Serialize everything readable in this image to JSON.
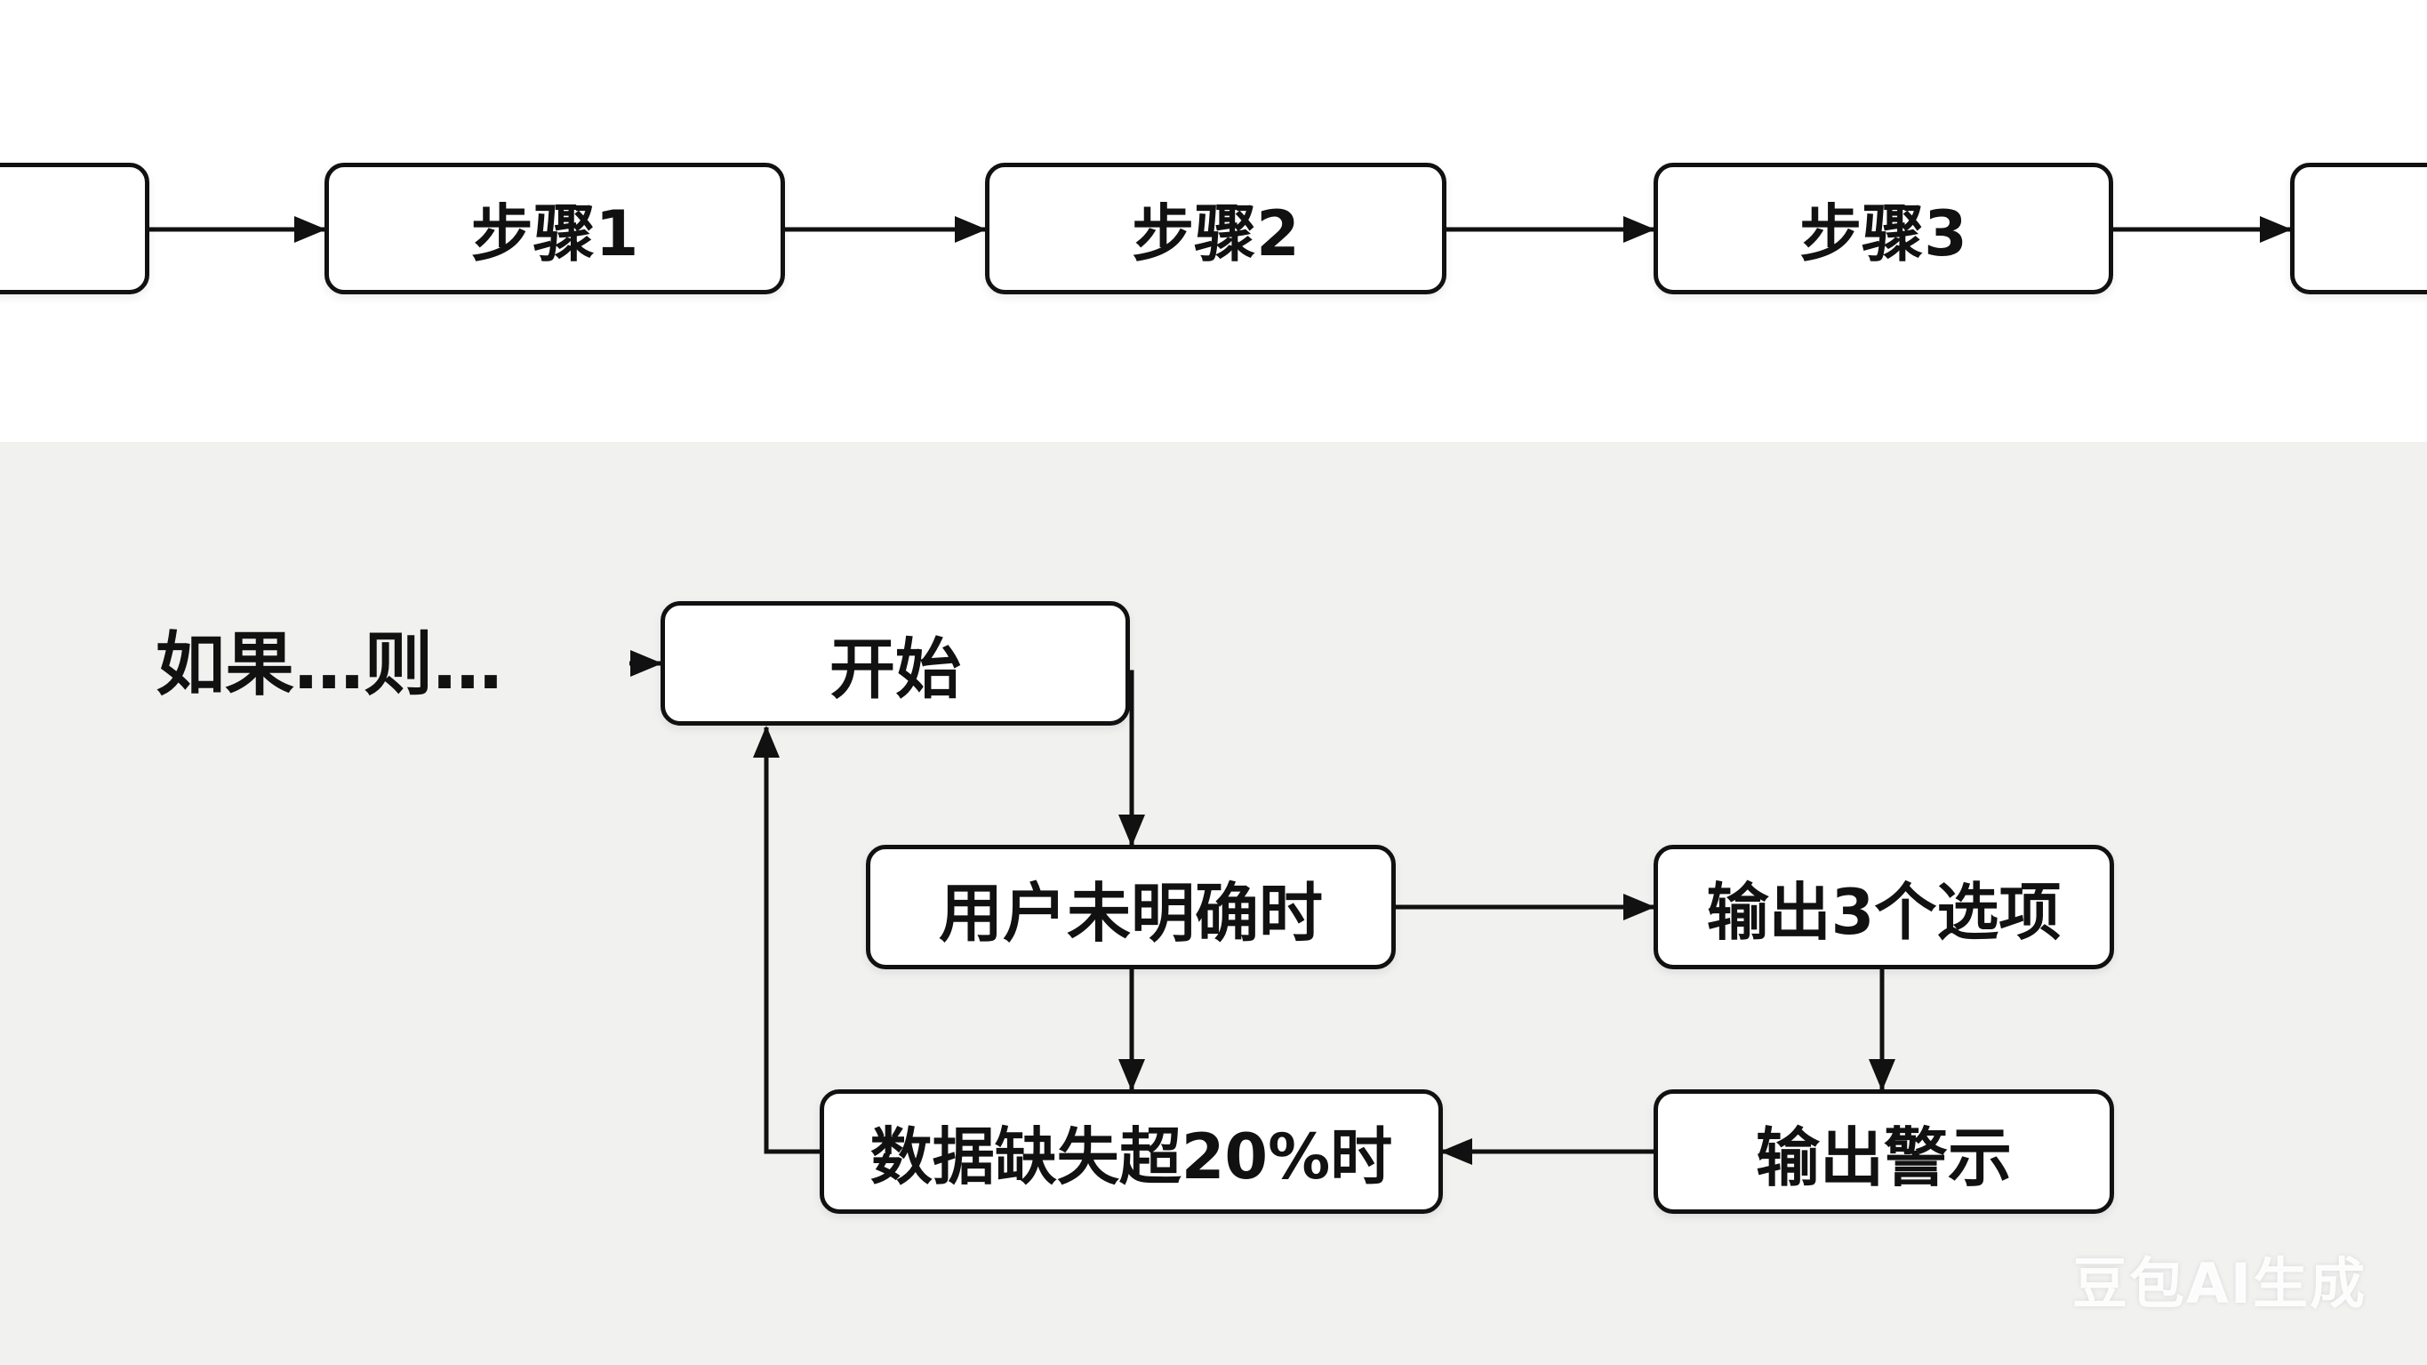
{
  "pipeline": {
    "steps": [
      "步骤1",
      "步骤2",
      "步骤3"
    ]
  },
  "flow": {
    "heading": "如果…则…",
    "nodes": {
      "start": "开始",
      "unclear": "用户未明确时",
      "options": "输出3个选项",
      "missing": "数据缺失超20%时",
      "warning": "输出警示"
    }
  },
  "watermark": "豆包AI生成",
  "colors": {
    "stroke": "#111111",
    "top_background": "#ffffff",
    "bottom_background": "#f1f1f0",
    "node_fill": "#ffffff"
  }
}
